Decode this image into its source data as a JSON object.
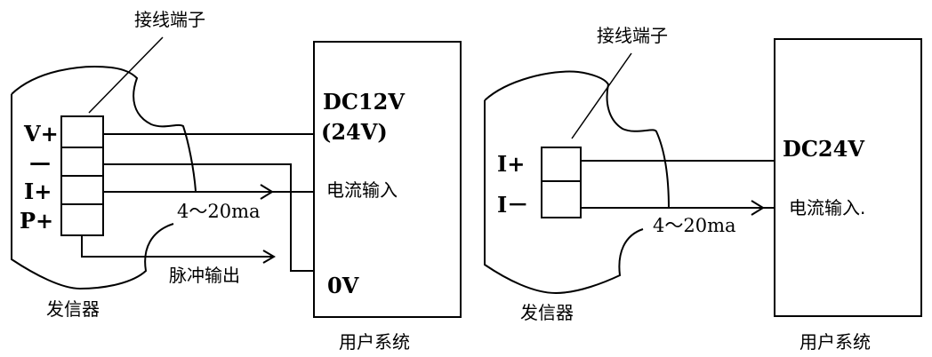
{
  "left": {
    "callout": "接线端子",
    "terminals": [
      "V+",
      "—",
      "I+",
      "P+"
    ],
    "current_label": "4～20ma",
    "pulse_label": "脉冲输出",
    "device_label": "发信器",
    "system": {
      "power": "DC12V",
      "power_alt": "(24V)",
      "current_input": "电流输入",
      "ground": "0V",
      "caption": "用户系统"
    }
  },
  "right": {
    "callout": "接线端子",
    "terminals": [
      "I+",
      "I－"
    ],
    "current_label": "4～20ma",
    "device_label": "发信器",
    "system": {
      "power": "DC24V",
      "current_input": "电流输入.",
      "caption": "用户系统"
    }
  }
}
